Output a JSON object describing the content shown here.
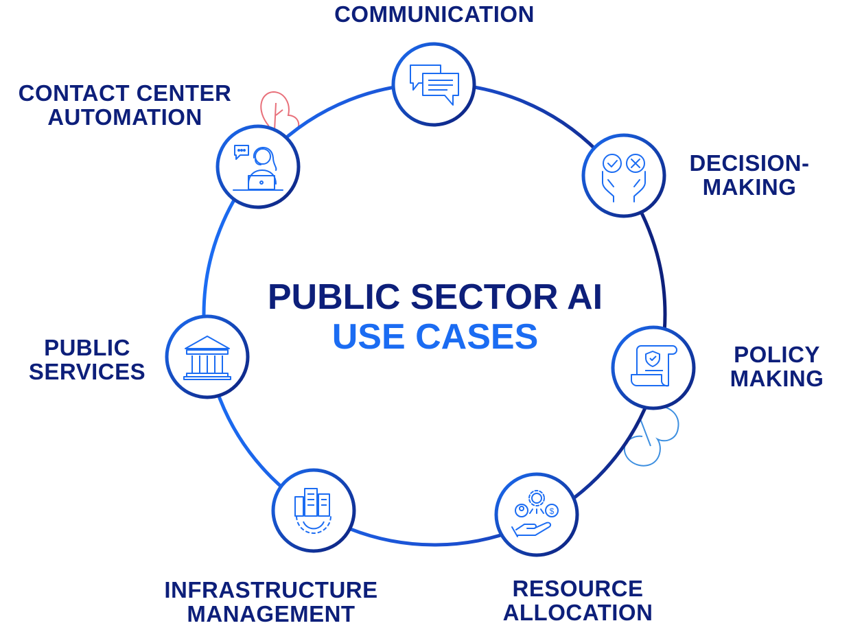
{
  "title": {
    "line1": "PUBLIC SECTOR AI",
    "line2": "USE CASES"
  },
  "colors": {
    "dark_blue": "#0d1f7a",
    "bright_blue": "#1b6cf2",
    "leaf_pink": "#e8707a",
    "leaf_blue": "#3d8fe0"
  },
  "nodes": [
    {
      "id": "communication",
      "icon": "chat-bubbles-icon",
      "lines": [
        "COMMUNICATION"
      ]
    },
    {
      "id": "decision-making",
      "icon": "hands-check-cross-icon",
      "lines": [
        "DECISION-",
        "MAKING"
      ]
    },
    {
      "id": "policy-making",
      "icon": "policy-scroll-icon",
      "lines": [
        "POLICY",
        "MAKING"
      ]
    },
    {
      "id": "resource-allocation",
      "icon": "hand-resources-icon",
      "lines": [
        "RESOURCE",
        "ALLOCATION"
      ]
    },
    {
      "id": "infrastructure-management",
      "icon": "city-gear-icon",
      "lines": [
        "INFRASTRUCTURE",
        "MANAGEMENT"
      ]
    },
    {
      "id": "public-services",
      "icon": "government-building-icon",
      "lines": [
        "PUBLIC",
        "SERVICES"
      ]
    },
    {
      "id": "contact-center-automation",
      "icon": "call-center-agent-icon",
      "lines": [
        "CONTACT CENTER",
        "AUTOMATION"
      ]
    }
  ]
}
